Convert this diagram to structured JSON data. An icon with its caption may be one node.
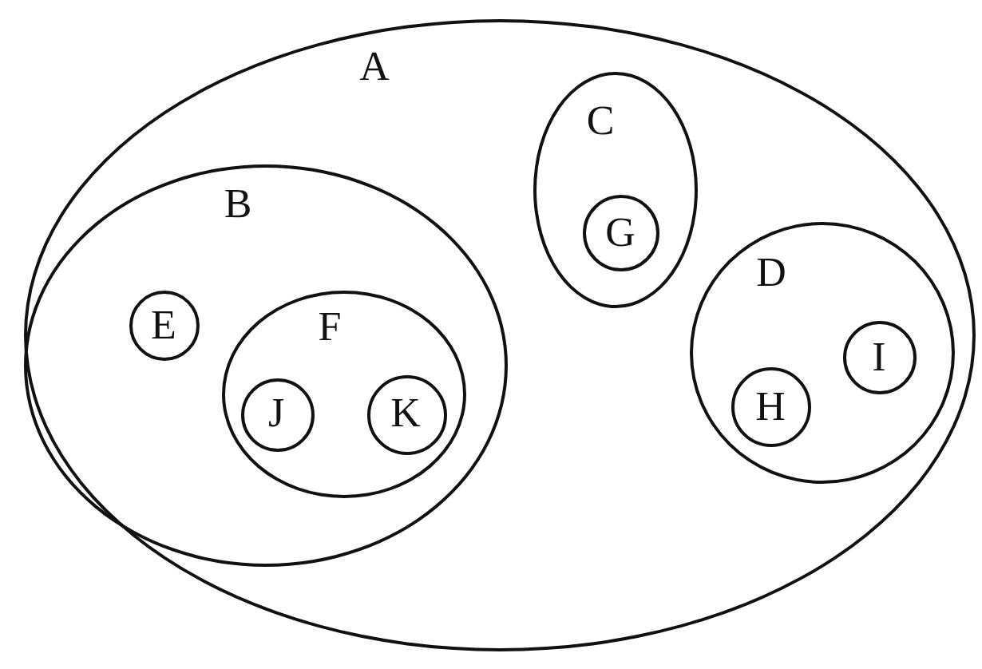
{
  "diagram": {
    "nodes": [
      {
        "text": [
          "A"
        ]
      },
      {
        "text": [
          "B"
        ],
        "in": 0
      },
      {
        "text": [
          "E"
        ],
        "in": 1
      },
      {
        "text": [
          "F"
        ],
        "in": 1
      },
      {
        "text": [
          "J"
        ],
        "in": 3
      },
      {
        "text": [
          "K"
        ],
        "in": 3
      },
      {
        "text": [
          "C"
        ],
        "in": 0
      },
      {
        "text": [
          "G"
        ],
        "in": 6
      },
      {
        "text": [
          "D"
        ],
        "in": 0
      },
      {
        "text": [
          "H"
        ],
        "in": 8
      },
      {
        "text": [
          "I"
        ],
        "in": 8
      }
    ]
  }
}
